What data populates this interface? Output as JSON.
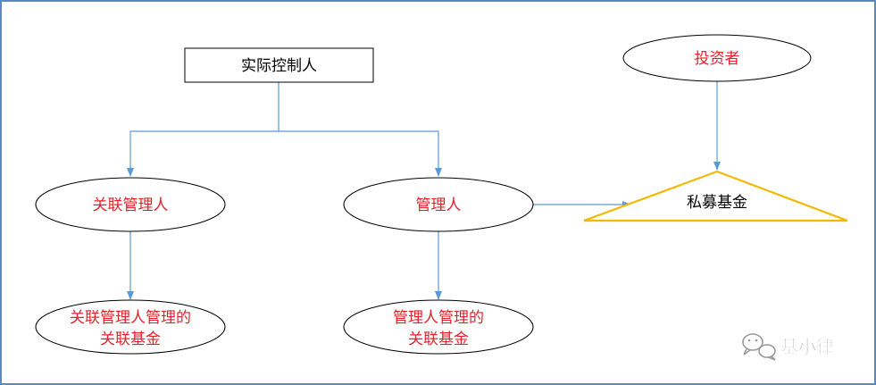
{
  "nodes": {
    "controller": {
      "label": "实际控制人",
      "shape": "rectangle",
      "text_color": "#000000"
    },
    "investor": {
      "label": "投资者",
      "shape": "ellipse",
      "text_color": "#e8202a"
    },
    "related_manager": {
      "label": "关联管理人",
      "shape": "ellipse",
      "text_color": "#e8202a"
    },
    "manager": {
      "label": "管理人",
      "shape": "ellipse",
      "text_color": "#e8202a"
    },
    "private_fund": {
      "label": "私募基金",
      "shape": "triangle",
      "text_color": "#000000",
      "outline_color": "#f3b800"
    },
    "related_manager_fund": {
      "label_line1": "关联管理人管理的",
      "label_line2": "关联基金",
      "shape": "ellipse",
      "text_color": "#e8202a"
    },
    "manager_related_fund": {
      "label_line1": "管理人管理的",
      "label_line2": "关联基金",
      "shape": "ellipse",
      "text_color": "#e8202a"
    }
  },
  "edges": [
    {
      "from": "controller",
      "to": "related_manager"
    },
    {
      "from": "controller",
      "to": "manager"
    },
    {
      "from": "related_manager",
      "to": "related_manager_fund"
    },
    {
      "from": "manager",
      "to": "manager_related_fund"
    },
    {
      "from": "manager",
      "to": "private_fund"
    },
    {
      "from": "investor",
      "to": "private_fund"
    }
  ],
  "watermark": {
    "text": "基小律",
    "icon": "wechat-icon"
  },
  "colors": {
    "frame": "#5b87c5",
    "connector": "#5b9bd5",
    "red_text": "#e8202a",
    "triangle": "#f3b800"
  }
}
